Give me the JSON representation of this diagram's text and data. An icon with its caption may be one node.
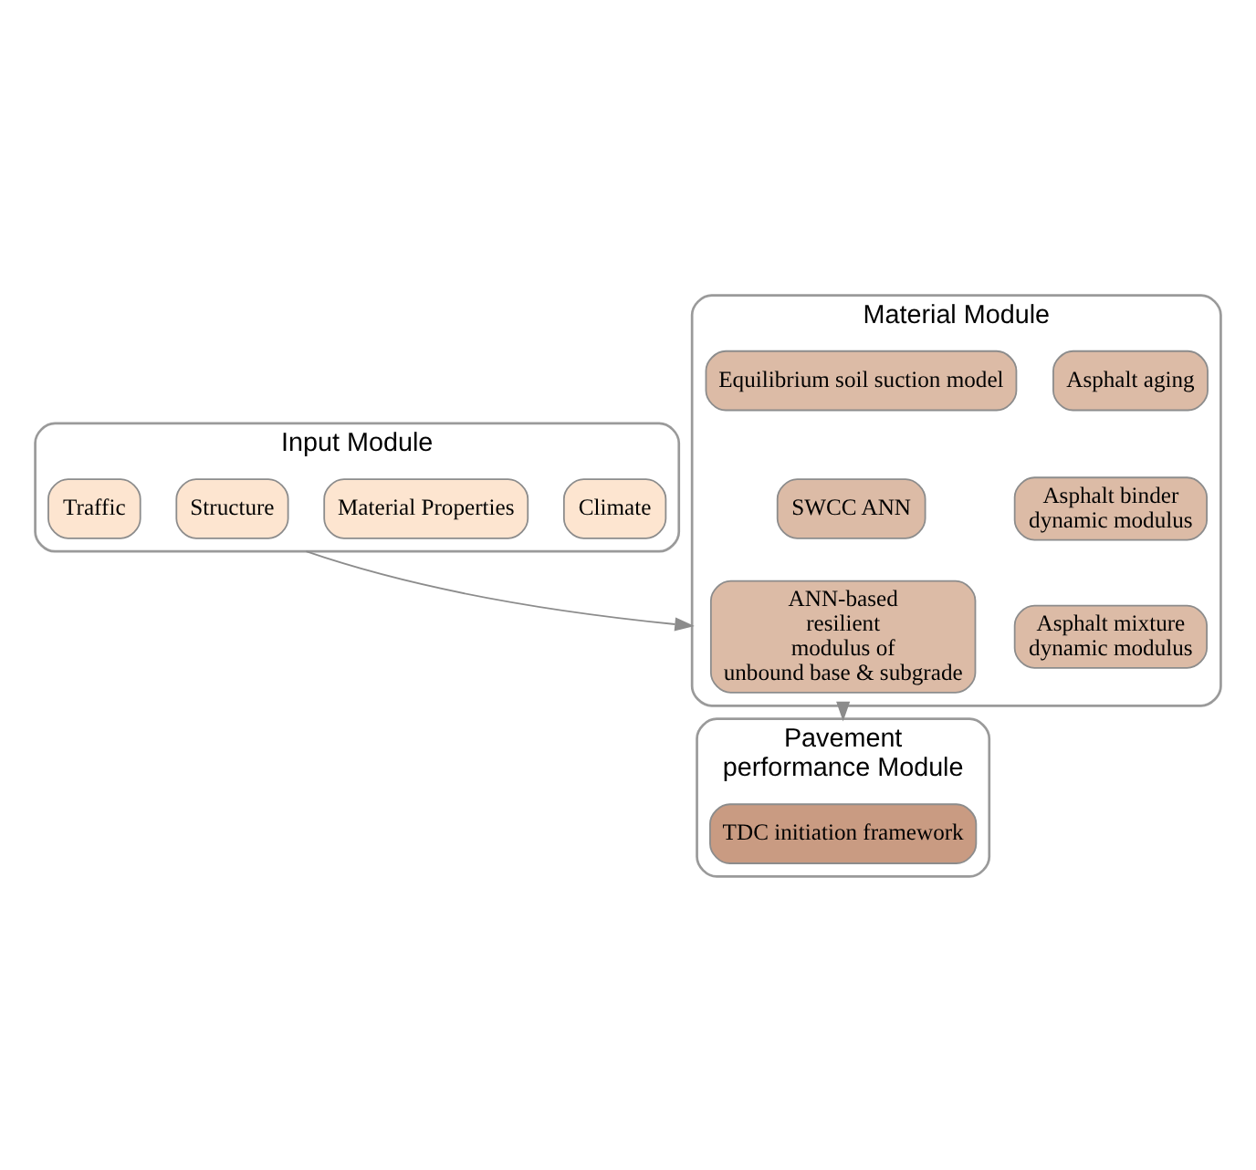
{
  "diagram": {
    "nodes": [
      {
        "text": [
          "Input Module"
        ]
      },
      {
        "text": [
          "Climate"
        ],
        "in": 0
      },
      {
        "text": [
          "Material Properties"
        ],
        "in": 0
      },
      {
        "text": [
          "Structure"
        ],
        "in": 0
      },
      {
        "text": [
          "Traffic"
        ],
        "in": 0
      },
      {
        "text": [
          "Material Module"
        ]
      },
      {
        "text": [
          "Equilibrium soil suction model"
        ],
        "in": 5
      },
      {
        "text": [
          "Asphalt aging"
        ],
        "in": 5
      },
      {
        "text": [
          "SWCC ANN"
        ],
        "in": 5
      },
      {
        "text": [
          "Asphalt binder dynamic modulus"
        ],
        "in": 5
      },
      {
        "text": [
          "ANN-based resilient modulus of unbound base & subgrade"
        ],
        "in": 5
      },
      {
        "text": [
          "Asphalt mixture dynamic modulus"
        ],
        "in": 5
      },
      {
        "text": [
          "Pavement performance Module"
        ]
      },
      {
        "text": [
          "TDC initiation framework"
        ],
        "in": 12
      }
    ],
    "edges": [
      {
        "from": 0,
        "to": 5,
        "arrow": "to"
      },
      {
        "from": 5,
        "to": 12,
        "arrow": "to"
      }
    ]
  }
}
